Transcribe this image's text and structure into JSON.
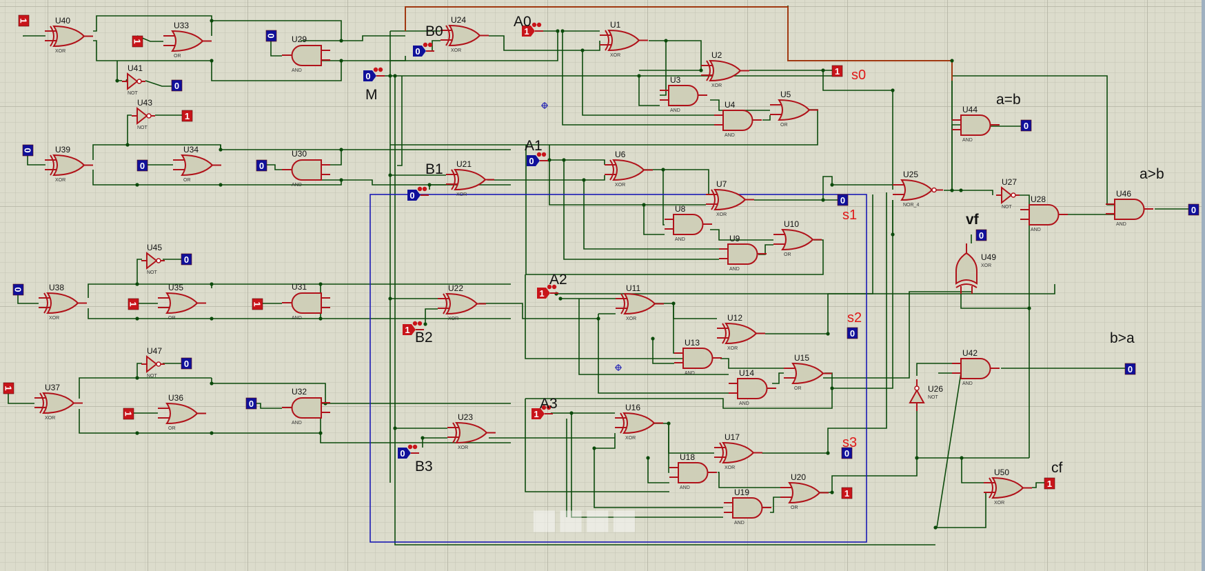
{
  "app": {
    "name": "Logic simulation schematic (4-bit adder/subtractor with comparator)"
  },
  "colors": {
    "background": "#dcdccc",
    "grid_minor": "#c4c4b4",
    "grid_major": "#b4b4a4",
    "wire": "#0b4a0b",
    "pin": "#b0121a",
    "gate_fill": "#cfcfb8",
    "logic_high": "#c8141a",
    "logic_low": "#10109a",
    "frame": "#1a1ab4",
    "signal_label": "#e01818"
  },
  "inputs": [
    {
      "id": "A0",
      "label": "A0",
      "value": "1"
    },
    {
      "id": "A1",
      "label": "A1",
      "value": "0"
    },
    {
      "id": "A2",
      "label": "A2",
      "value": "1"
    },
    {
      "id": "A3",
      "label": "A3",
      "value": "1"
    },
    {
      "id": "B0",
      "label": "B0",
      "value": "0"
    },
    {
      "id": "B1",
      "label": "B1",
      "value": "0"
    },
    {
      "id": "B2",
      "label": "B2",
      "value": "1"
    },
    {
      "id": "B3",
      "label": "B3",
      "value": "0"
    },
    {
      "id": "M",
      "label": "M",
      "value": "0"
    }
  ],
  "gates": [
    {
      "id": "U1",
      "ref": "U1",
      "type": "XOR"
    },
    {
      "id": "U2",
      "ref": "U2",
      "type": "XOR"
    },
    {
      "id": "U3",
      "ref": "U3",
      "type": "AND"
    },
    {
      "id": "U4",
      "ref": "U4",
      "type": "AND"
    },
    {
      "id": "U5",
      "ref": "U5",
      "type": "OR"
    },
    {
      "id": "U6",
      "ref": "U6",
      "type": "XOR"
    },
    {
      "id": "U7",
      "ref": "U7",
      "type": "XOR"
    },
    {
      "id": "U8",
      "ref": "U8",
      "type": "AND"
    },
    {
      "id": "U9",
      "ref": "U9",
      "type": "AND"
    },
    {
      "id": "U10",
      "ref": "U10",
      "type": "OR"
    },
    {
      "id": "U11",
      "ref": "U11",
      "type": "XOR"
    },
    {
      "id": "U12",
      "ref": "U12",
      "type": "XOR"
    },
    {
      "id": "U13",
      "ref": "U13",
      "type": "AND"
    },
    {
      "id": "U14",
      "ref": "U14",
      "type": "AND"
    },
    {
      "id": "U15",
      "ref": "U15",
      "type": "OR"
    },
    {
      "id": "U16",
      "ref": "U16",
      "type": "XOR"
    },
    {
      "id": "U17",
      "ref": "U17",
      "type": "XOR"
    },
    {
      "id": "U18",
      "ref": "U18",
      "type": "AND"
    },
    {
      "id": "U19",
      "ref": "U19",
      "type": "AND"
    },
    {
      "id": "U20",
      "ref": "U20",
      "type": "OR"
    },
    {
      "id": "U21",
      "ref": "U21",
      "type": "XOR"
    },
    {
      "id": "U22",
      "ref": "U22",
      "type": "XOR"
    },
    {
      "id": "U23",
      "ref": "U23",
      "type": "XOR"
    },
    {
      "id": "U24",
      "ref": "U24",
      "type": "XOR"
    },
    {
      "id": "U25",
      "ref": "U25",
      "type": "NOR_4"
    },
    {
      "id": "U26",
      "ref": "U26",
      "type": "NOT"
    },
    {
      "id": "U27",
      "ref": "U27",
      "type": "NOT"
    },
    {
      "id": "U28",
      "ref": "U28",
      "type": "AND"
    },
    {
      "id": "U29",
      "ref": "U29",
      "type": "AND"
    },
    {
      "id": "U30",
      "ref": "U30",
      "type": "AND"
    },
    {
      "id": "U31",
      "ref": "U31",
      "type": "AND"
    },
    {
      "id": "U32",
      "ref": "U32",
      "type": "AND"
    },
    {
      "id": "U33",
      "ref": "U33",
      "type": "OR"
    },
    {
      "id": "U34",
      "ref": "U34",
      "type": "OR"
    },
    {
      "id": "U35",
      "ref": "U35",
      "type": "OR"
    },
    {
      "id": "U36",
      "ref": "U36",
      "type": "OR"
    },
    {
      "id": "U37",
      "ref": "U37",
      "type": "XOR"
    },
    {
      "id": "U38",
      "ref": "U38",
      "type": "XOR"
    },
    {
      "id": "U39",
      "ref": "U39",
      "type": "XOR"
    },
    {
      "id": "U40",
      "ref": "U40",
      "type": "XOR"
    },
    {
      "id": "U41",
      "ref": "U41",
      "type": "NOT"
    },
    {
      "id": "U42",
      "ref": "U42",
      "type": "AND"
    },
    {
      "id": "U43",
      "ref": "U43",
      "type": "NOT"
    },
    {
      "id": "U44",
      "ref": "U44",
      "type": "AND"
    },
    {
      "id": "U45",
      "ref": "U45",
      "type": "NOT"
    },
    {
      "id": "U46",
      "ref": "U46",
      "type": "AND"
    },
    {
      "id": "U47",
      "ref": "U47",
      "type": "NOT"
    },
    {
      "id": "U49",
      "ref": "U49",
      "type": "XOR"
    },
    {
      "id": "U50",
      "ref": "U50",
      "type": "XOR"
    }
  ],
  "probes": [
    {
      "id": "P40",
      "value": "1",
      "rotated": true
    },
    {
      "id": "P33",
      "value": "1",
      "rotated": true
    },
    {
      "id": "P29",
      "value": "0",
      "rotated": true
    },
    {
      "id": "P41",
      "value": "0"
    },
    {
      "id": "P43",
      "value": "1"
    },
    {
      "id": "P39",
      "value": "0",
      "rotated": true
    },
    {
      "id": "P34",
      "value": "0"
    },
    {
      "id": "P30",
      "value": "0"
    },
    {
      "id": "P45",
      "value": "0"
    },
    {
      "id": "P38",
      "value": "0",
      "rotated": true
    },
    {
      "id": "P35",
      "value": "1",
      "rotated": true
    },
    {
      "id": "P31",
      "value": "1",
      "rotated": true
    },
    {
      "id": "P47",
      "value": "0"
    },
    {
      "id": "P37",
      "value": "1",
      "rotated": true
    },
    {
      "id": "P36",
      "value": "1",
      "rotated": true
    },
    {
      "id": "P32",
      "value": "0"
    },
    {
      "id": "s0",
      "value": "1"
    },
    {
      "id": "s1",
      "value": "0"
    },
    {
      "id": "s2",
      "value": "0"
    },
    {
      "id": "s3",
      "value": "0"
    },
    {
      "id": "c4",
      "value": "1"
    },
    {
      "id": "aeqb",
      "value": "0"
    },
    {
      "id": "agtb",
      "value": "0"
    },
    {
      "id": "vf",
      "value": "0"
    },
    {
      "id": "blta",
      "value": "0"
    },
    {
      "id": "cf",
      "value": "1"
    }
  ],
  "labels": {
    "s0": "s0",
    "s1": "s1",
    "s2": "s2",
    "s3": "s3",
    "a_eq_b": "a=b",
    "a_gt_b": "a>b",
    "vf": "vf",
    "b_gt_a": "b>a",
    "cf": "cf"
  }
}
